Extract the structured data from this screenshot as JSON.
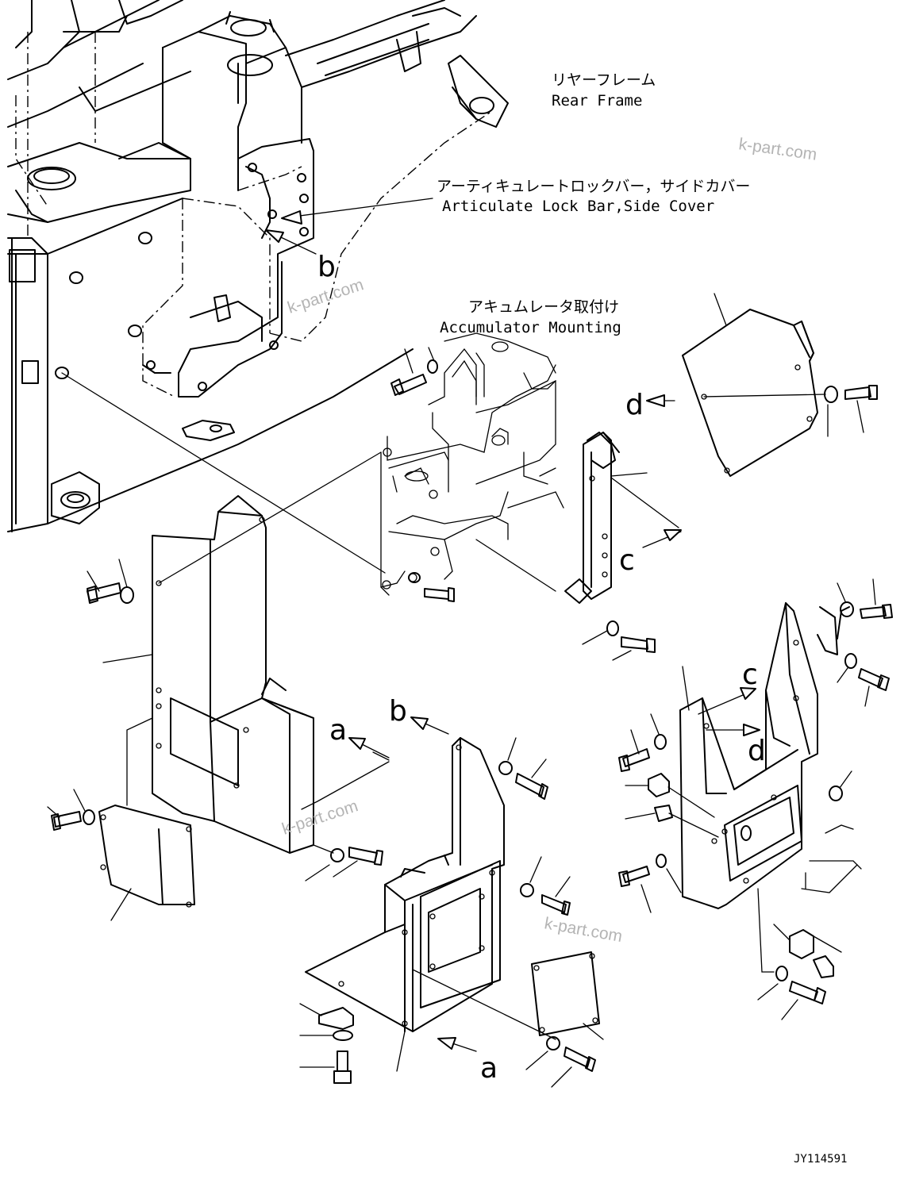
{
  "labels": {
    "rear_frame_jp": "リヤーフレーム",
    "rear_frame_en": "Rear Frame",
    "lockbar_jp": "アーティキュレートロックバー，サイドカバー",
    "lockbar_en": "Articulate Lock Bar,Side Cover",
    "accumulator_jp": "アキュムレータ取付け",
    "accumulator_en": "Accumulator Mounting"
  },
  "view_refs": {
    "b_top": "b",
    "d_left": "d",
    "c_mid": "c",
    "c_right": "c",
    "d_right": "d",
    "a_mid": "a",
    "b_bottom": "b",
    "a_bottom": "a"
  },
  "watermark": "k-part.com",
  "drawing_code": "JY114591"
}
